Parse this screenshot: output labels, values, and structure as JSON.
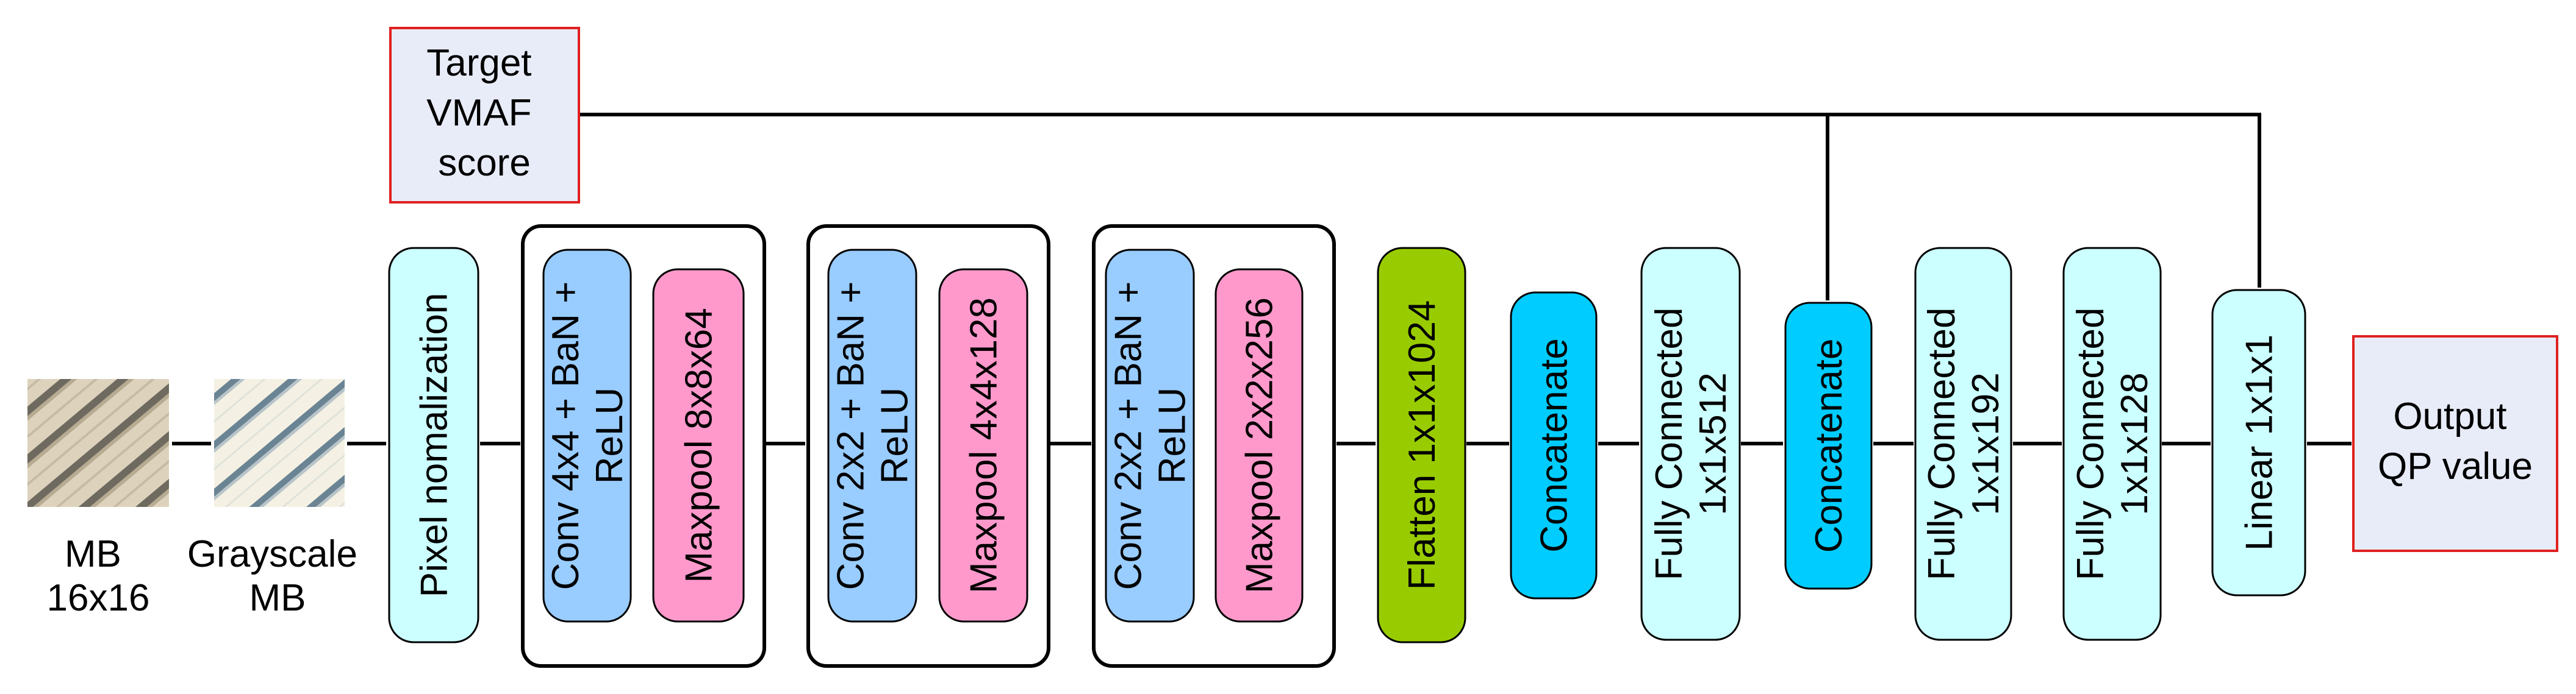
{
  "inputs": {
    "mb_label": [
      "MB",
      "16x16"
    ],
    "grayscale_label": [
      "Grayscale",
      "MB"
    ]
  },
  "target": {
    "lines": [
      "Target",
      "VMAF",
      "score"
    ]
  },
  "output": {
    "lines": [
      "Output",
      "QP value"
    ]
  },
  "layers": {
    "pixel_norm": [
      "Pixel nomalization"
    ],
    "conv1": [
      "Conv 4x4 + BaN +",
      "ReLU"
    ],
    "maxpool1": [
      "Maxpool 8x8x64"
    ],
    "conv2": [
      "Conv 2x2 + BaN +",
      "ReLU"
    ],
    "maxpool2": [
      "Maxpool 4x4x128"
    ],
    "conv3": [
      "Conv 2x2 + BaN +",
      "ReLU"
    ],
    "maxpool3": [
      "Maxpool 2x2x256"
    ],
    "flatten": [
      "Flatten 1x1x1024"
    ],
    "concat1": [
      "Concatenate"
    ],
    "fc1": [
      "Fully Connected",
      "1x1x512"
    ],
    "concat2": [
      "Concatenate"
    ],
    "fc2": [
      "Fully Connected",
      "1x1x192"
    ],
    "fc3": [
      "Fully Connected",
      "1x1x128"
    ],
    "linear": [
      "Linear 1x1x1"
    ]
  },
  "colors": {
    "light_cyan": "#ccffff",
    "conv_blue": "#99ccff",
    "maxpool_pink": "#ff99cc",
    "flatten_green": "#99cc00",
    "concat_cyan": "#00ccff",
    "io_fill": "#e8ecf8",
    "io_border": "#e02020"
  }
}
